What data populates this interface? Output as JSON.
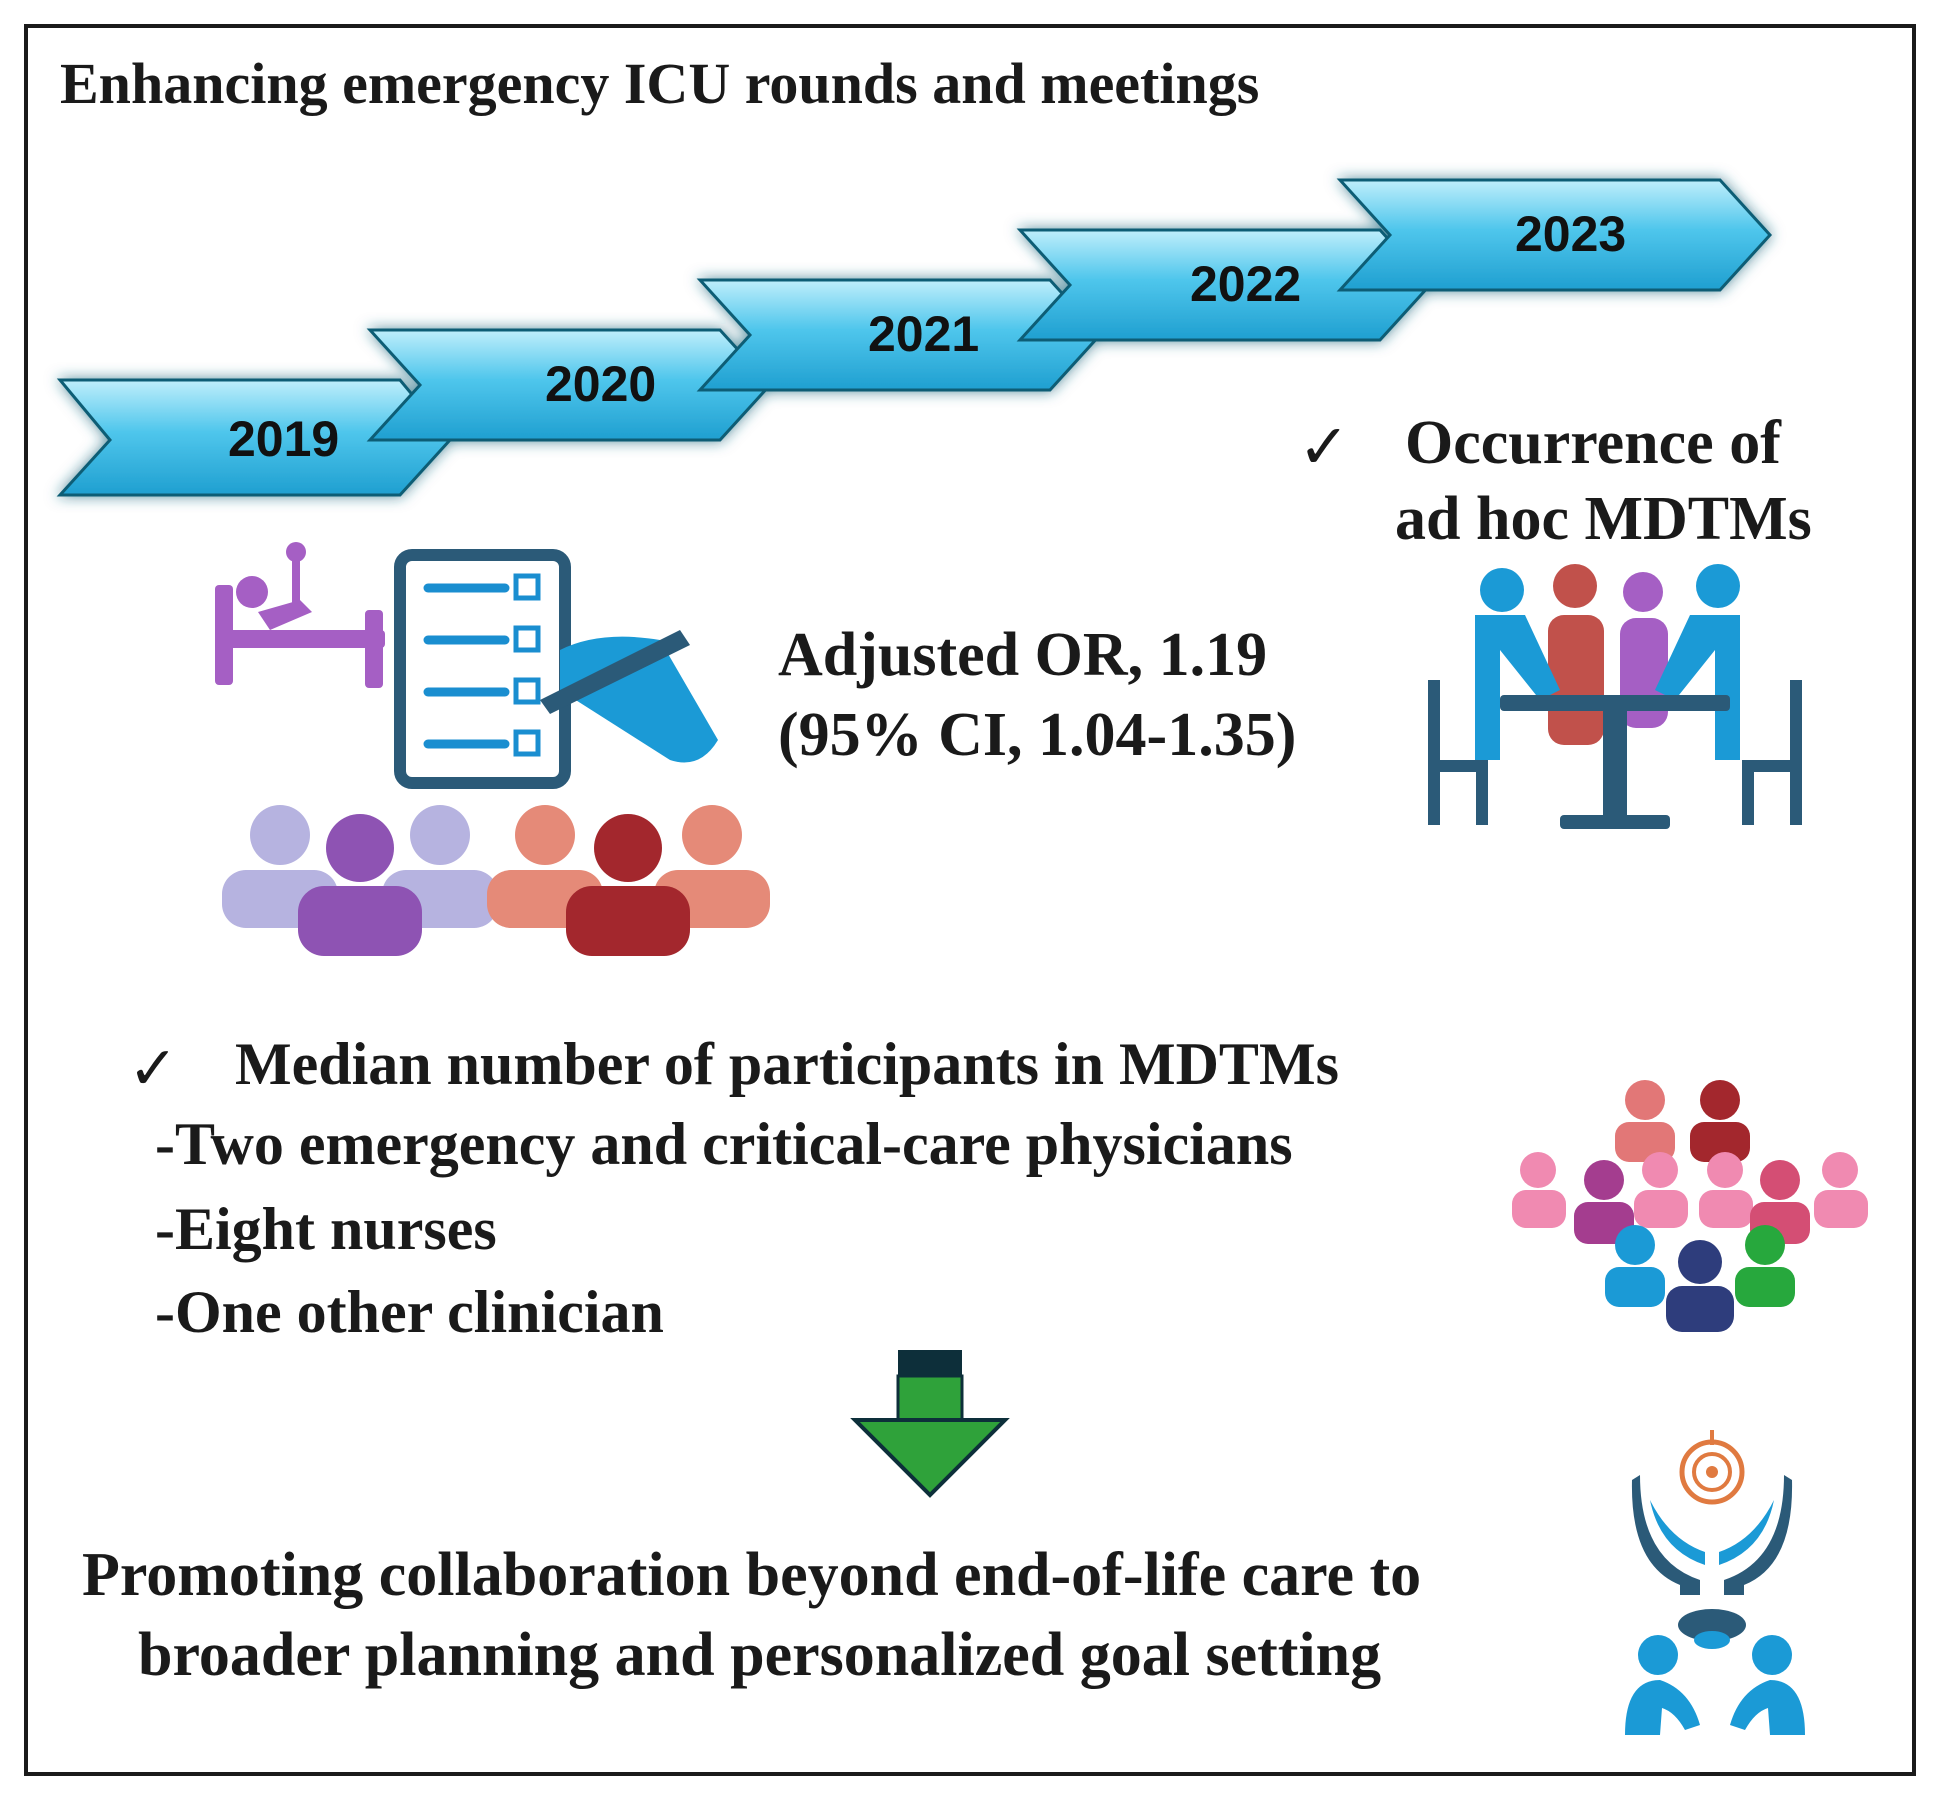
{
  "title": "Enhancing emergency ICU rounds and meetings",
  "timeline": {
    "years": [
      "2019",
      "2020",
      "2021",
      "2022",
      "2023"
    ],
    "arrow_color": "#29b6e2"
  },
  "occurrence": {
    "check": "✓",
    "line1": "Occurrence of",
    "line2": "ad hoc MDTMs"
  },
  "result": {
    "line1": "Adjusted OR, 1.19",
    "line2": "(95% CI, 1.04-1.35)"
  },
  "participants": {
    "check": "✓",
    "heading": "Median number of participants in MDTMs",
    "items": [
      "-Two emergency and critical-care physicians",
      "-Eight nurses",
      "-One other clinician"
    ]
  },
  "conclusion": {
    "line1": "Promoting collaboration beyond end-of-life care to",
    "line2": "broader planning and personalized goal setting"
  },
  "icons": {
    "hospital_bed": "hospital-bed-icon",
    "checklist": "checklist-icon",
    "people_groups": "people-group-icon",
    "meeting": "meeting-table-icon",
    "crowd": "crowd-icon",
    "arrow": "down-arrow-icon",
    "goal": "target-hands-icon",
    "discussion": "discussion-icon"
  }
}
